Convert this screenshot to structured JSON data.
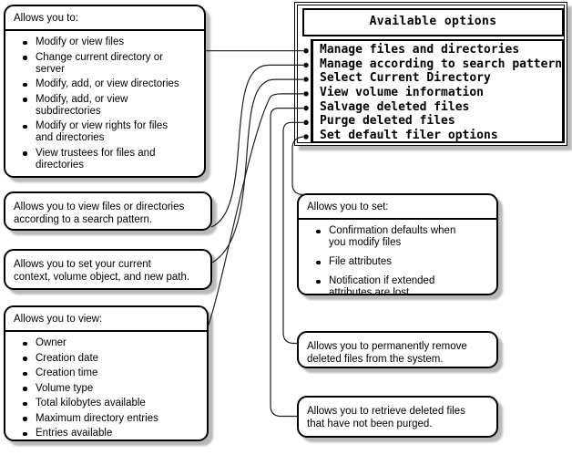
{
  "style": {
    "ink": "#000000",
    "shadow": "#b9b9b9",
    "background": "#ffffff"
  },
  "menu": {
    "title": "Available options",
    "items": [
      "Manage files and directories",
      "Manage according to search pattern",
      "Select Current Directory",
      "View volume information",
      "Salvage deleted files",
      "Purge deleted files",
      "Set default filer options"
    ]
  },
  "callouts": [
    {
      "id": "manage-files",
      "heading": "Allows you to:",
      "bullets": [
        "Modify or view files",
        "Change current directory or\nserver",
        "Modify, add, or view directories",
        "Modify, add, or view\nsubdirectories",
        "Modify or view rights for files\nand directories",
        "View trustees for files and\ndirectories"
      ]
    },
    {
      "id": "search-pattern",
      "text": "Allows you to view files or directories\naccording to a search pattern."
    },
    {
      "id": "current-directory",
      "text": "Allows you to set your current\ncontext, volume object, and new path."
    },
    {
      "id": "volume-info",
      "heading": "Allows you to view:",
      "bullets": [
        "Owner",
        "Creation date",
        "Creation time",
        "Volume type",
        "Total kilobytes available",
        "Maximum directory entries",
        "Entries available"
      ]
    },
    {
      "id": "filer-options",
      "heading": "Allows you to set:",
      "bullets": [
        "Confirmation defaults when\nyou modify files",
        "File attributes",
        "Notification if extended\nattributes are lost"
      ]
    },
    {
      "id": "purge",
      "text": "Allows you to permanently remove\ndeleted files from the system."
    },
    {
      "id": "salvage",
      "text": "Allows you to retrieve deleted files\nthat have not been purged."
    }
  ]
}
